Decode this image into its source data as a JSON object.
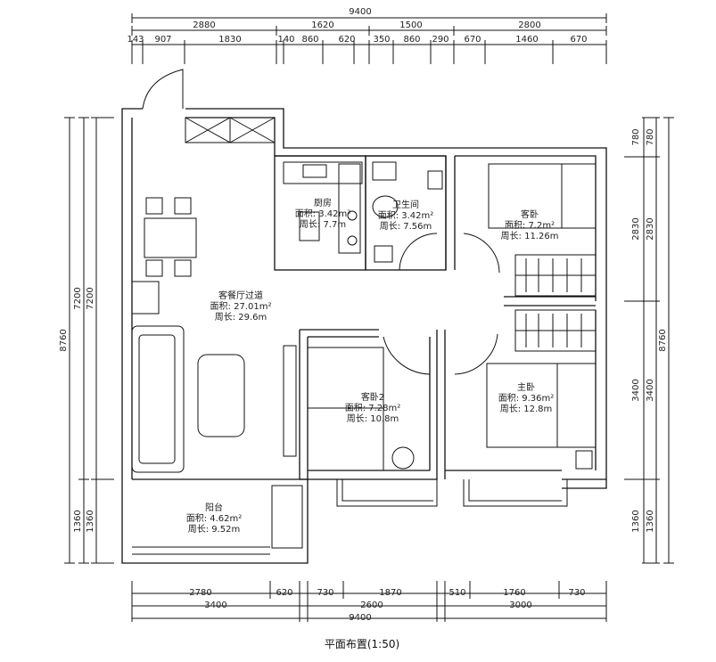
{
  "dimensions": {
    "top_total": "9400",
    "top_row2": [
      "2880",
      "1620",
      "1500",
      "2800"
    ],
    "top_row3": [
      "143",
      "907",
      "1830",
      "140",
      "860",
      "620",
      "350",
      "860",
      "290",
      "670",
      "1460",
      "670"
    ],
    "bottom_row1": [
      "2780",
      "620",
      "730",
      "1870",
      "510",
      "1760",
      "730"
    ],
    "bottom_row2": [
      "3400",
      "2600",
      "3000"
    ],
    "bottom_total": "9400",
    "left_total": "8760",
    "left_mid": [
      "7200",
      "1360"
    ],
    "left_inner": [
      "7200",
      "1360"
    ],
    "right_total": "8760",
    "right_mid": [
      "780",
      "2830",
      "3400",
      "1360"
    ],
    "right_inner": [
      "780",
      "2830",
      "3400",
      "1360"
    ]
  },
  "rooms": {
    "kitchen": {
      "name": "厨房",
      "area": "面积: 3.42m²",
      "perimeter": "周长: 7.7m"
    },
    "bathroom": {
      "name": "卫生间",
      "area": "面积: 3.42m²",
      "perimeter": "周长: 7.56m"
    },
    "guest_top": {
      "name": "客卧",
      "area": "面积: 7.2m²",
      "perimeter": "周长: 11.26m"
    },
    "living": {
      "name": "客餐厅过道",
      "area": "面积: 27.01m²",
      "perimeter": "周长: 29.6m"
    },
    "guest2": {
      "name": "客卧2",
      "area": "面积: 7.28m²",
      "perimeter": "周长: 10.8m"
    },
    "master": {
      "name": "主卧",
      "area": "面积: 9.36m²",
      "perimeter": "周长: 12.8m"
    },
    "balcony": {
      "name": "阳台",
      "area": "面积: 4.62m²",
      "perimeter": "周长: 9.52m"
    }
  },
  "caption": "平面布置(1:50)"
}
